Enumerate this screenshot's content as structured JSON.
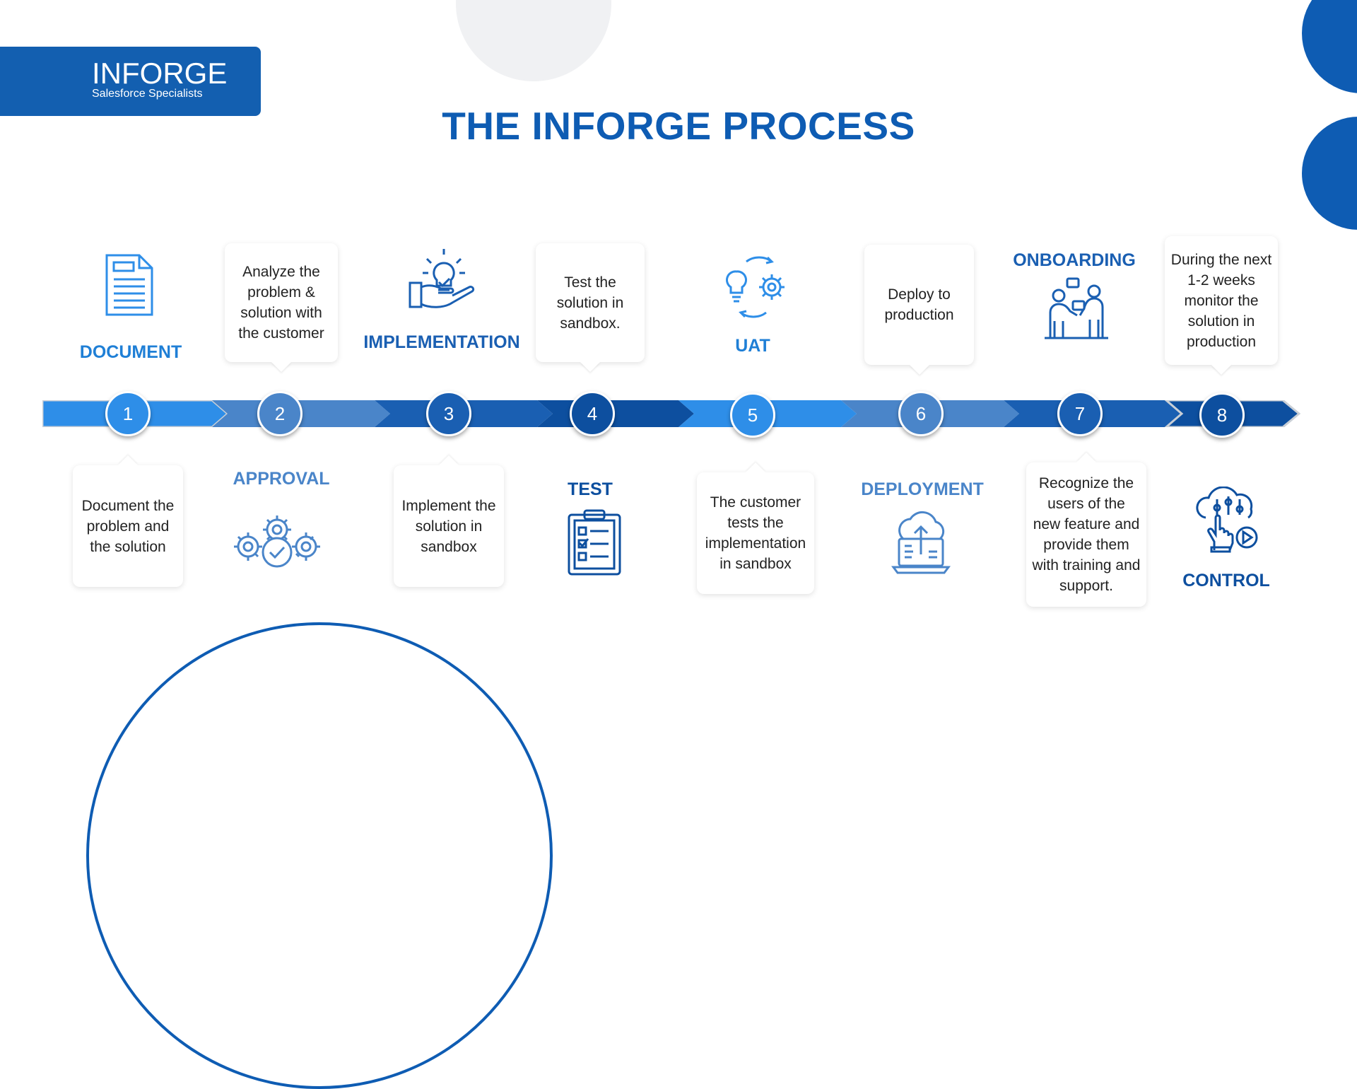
{
  "logo": {
    "name": "INFORGE",
    "tagline": "Salesforce Specialists"
  },
  "title": "THE INFORGE PROCESS",
  "colors": {
    "primary": "#0e5cb3",
    "accent": "#1f7fd6",
    "light_blue": "#2e8ee8",
    "grey": "#f0f1f3"
  },
  "steps": [
    {
      "number": "1",
      "label": "DOCUMENT",
      "description": "Document the problem and the solution",
      "icon": "document-icon"
    },
    {
      "number": "2",
      "label": "APPROVAL",
      "description": "Analyze the problem & solution with the customer",
      "icon": "gears-check-icon"
    },
    {
      "number": "3",
      "label": "IMPLEMENTATION",
      "description": "Implement the solution in sandbox",
      "icon": "hand-lightbulb-icon"
    },
    {
      "number": "4",
      "label": "TEST",
      "description": "Test the solution in sandbox.",
      "icon": "clipboard-checklist-icon"
    },
    {
      "number": "5",
      "label": "UAT",
      "description": "The customer tests the implementation in sandbox",
      "icon": "bulb-gear-cycle-icon"
    },
    {
      "number": "6",
      "label": "DEPLOYMENT",
      "description": "Deploy to production",
      "icon": "cloud-upload-laptop-icon"
    },
    {
      "number": "7",
      "label": "ONBOARDING",
      "description": "Recognize the users of the new feature and provide them with training and support.",
      "icon": "people-discussion-icon"
    },
    {
      "number": "8",
      "label": "CONTROL",
      "description": "During the next 1-2 weeks monitor the solution in production",
      "icon": "cloud-controls-hand-icon"
    }
  ]
}
